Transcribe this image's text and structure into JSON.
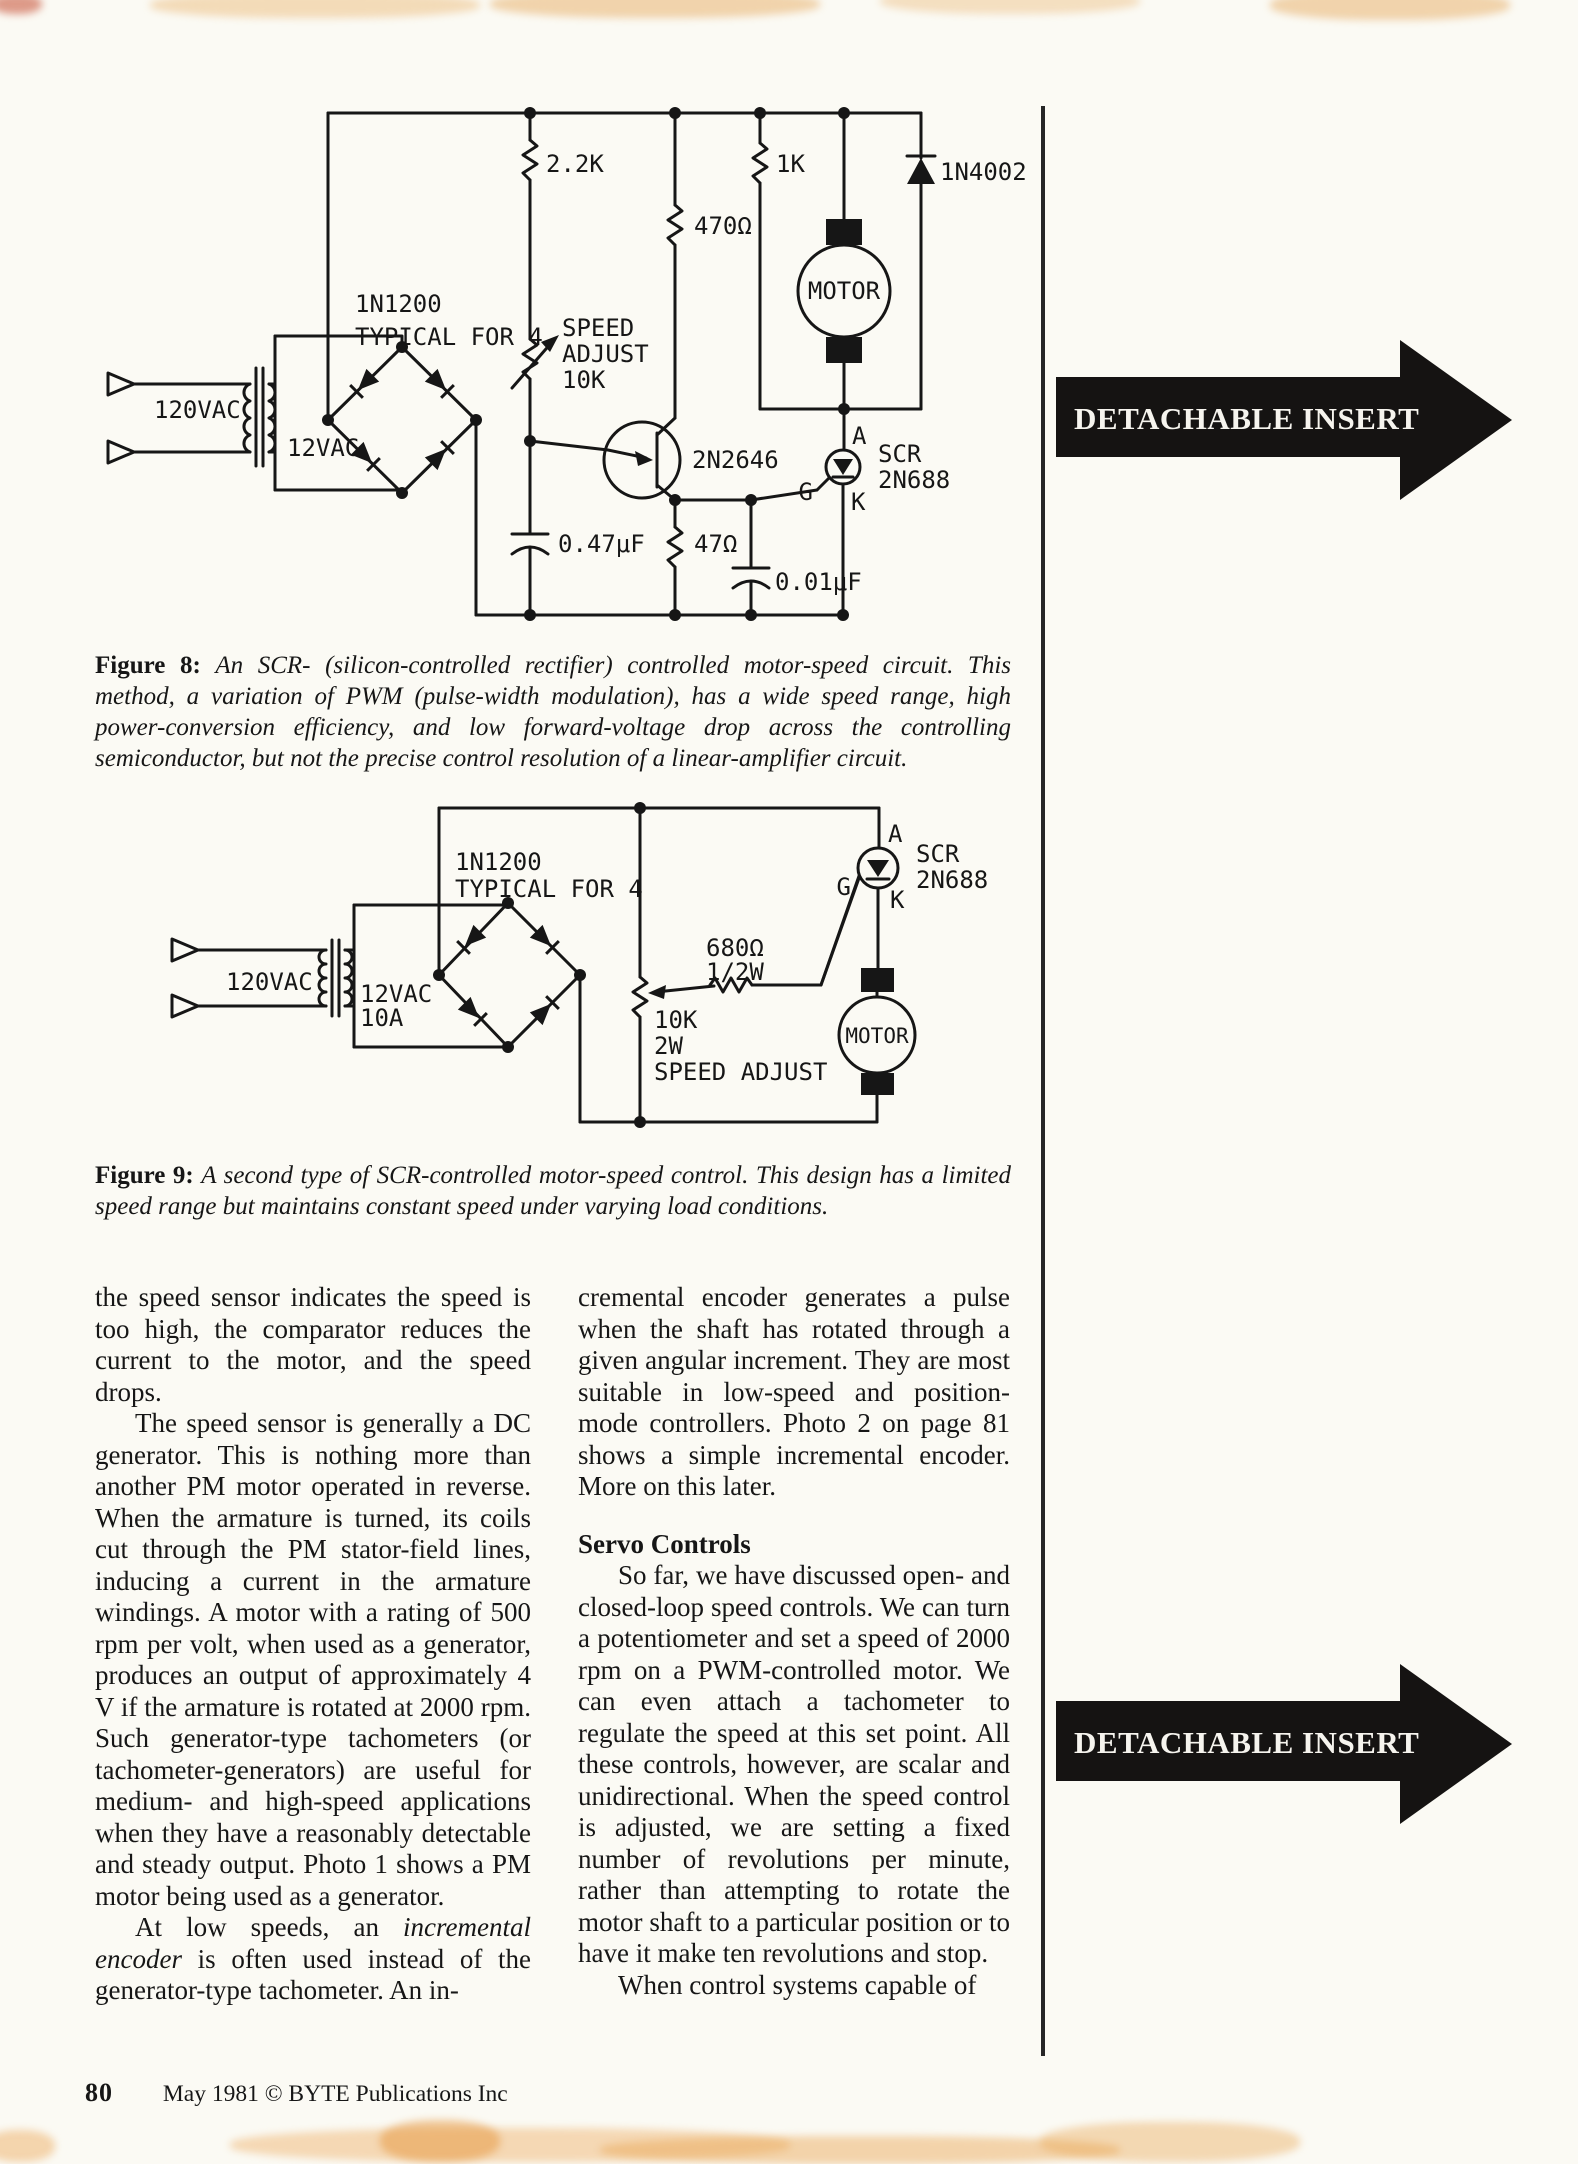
{
  "colors": {
    "paper": "#fbfaf4",
    "ink": "#161616",
    "smudge": "#e9ad5e",
    "smudge_red": "#c44a2f"
  },
  "page": {
    "number": "80",
    "footer": "May 1981 © BYTE Publications Inc"
  },
  "inserts": {
    "top": "DETACHABLE INSERT",
    "bottom": "DETACHABLE INSERT"
  },
  "figure8": {
    "caption_label": "Figure 8:",
    "caption_text": "An SCR- (silicon-controlled rectifier) controlled motor-speed circuit. This method, a variation of PWM (pulse-width modulation), has a wide speed range, high power-conversion efficiency, and low forward-voltage drop across the controlling semiconductor, but not the precise control resolution of a linear-amplifier circuit.",
    "labels": {
      "r_2_2k": "2.2K",
      "r_1k": "1K",
      "d_1n4002": "1N4002",
      "r_470": "470Ω",
      "motor": "MOTOR",
      "bridge_line1": "1N1200",
      "bridge_line2": "TYPICAL FOR 4",
      "speed_line1": "SPEED",
      "speed_line2": "ADJUST",
      "speed_line3": "10K",
      "v120": "120VAC",
      "v12": "12VAC",
      "ujt": "2N2646",
      "scr_line1": "SCR",
      "scr_line2": "2N688",
      "anode": "A",
      "gate": "G",
      "cathode": "K",
      "c_047": "0.47μF",
      "r_47": "47Ω",
      "c_001": "0.01μF"
    }
  },
  "figure9": {
    "caption_label": "Figure 9:",
    "caption_text": "A second type of SCR-controlled motor-speed control. This design has a limited speed range  but maintains constant speed under varying load conditions.",
    "labels": {
      "bridge_line1": "1N1200",
      "bridge_line2": "TYPICAL FOR 4",
      "scr_line1": "SCR",
      "scr_line2": "2N688",
      "anode": "A",
      "gate": "G",
      "cathode": "K",
      "r680_line1": "680Ω",
      "r680_line2": "1/2W",
      "v120": "120VAC",
      "v12": "12VAC",
      "amps": "10A",
      "pot_line1": "10K",
      "pot_line2": "2W",
      "pot_line3": "SPEED ADJUST",
      "motor": "MOTOR"
    }
  },
  "article": {
    "left": {
      "p1": "the speed sensor indicates the speed is too high, the comparator reduces the current to the motor, and the speed drops.",
      "p2": "The speed sensor is generally a DC generator. This is nothing more than another PM motor operated in reverse. When the armature is turned, its coils cut through the PM stator-field lines, inducing a current in the armature windings. A motor with a rating of 500 rpm per volt, when used as a generator, produces an output of approximately 4 V if the armature is rotated at 2000 rpm. Such generator-type tachometers (or tachometer-generators) are useful for medium- and high-speed applications when they have a reasonably detectable and steady output. Photo 1 shows a PM motor being used as a generator.",
      "p3_pre": "At low speeds, an ",
      "p3_italic": "incremental encoder",
      "p3_post": " is often used instead of the generator-type tachometer. An in-"
    },
    "right": {
      "p1": "cremental encoder generates a pulse when the shaft has rotated through a given angular increment. They are most suitable in low-speed and position-mode controllers. Photo 2 on page 81 shows a simple incremental encoder. More on this later.",
      "heading": "Servo Controls",
      "p2": "So far, we have discussed open- and closed-loop speed controls. We can turn a potentiometer and set a speed of 2000 rpm on a PWM-controlled motor. We can even attach a tachometer to regulate the speed at this set point. All these controls, however, are scalar and unidirectional. When the speed control is adjusted, we are setting a fixed number of revolutions per minute, rather than attempting to rotate the motor shaft to a particular position or to have it make ten revolutions and stop.",
      "p3": "When control systems capable of"
    }
  }
}
